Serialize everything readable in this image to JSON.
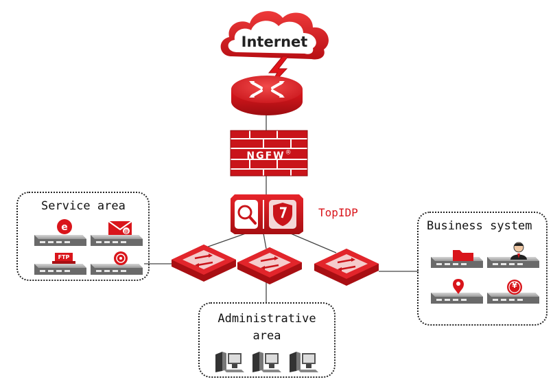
{
  "diagram": {
    "internet_label": "Internet",
    "ngfw_label": "NGFW",
    "ngfw_mark": "®",
    "product_label": "TopIDP",
    "service_area": {
      "title": "Service area",
      "icons": [
        "ie-icon",
        "mail-icon",
        "ftp-icon",
        "streaming-icon"
      ],
      "ftp_text": "FTP"
    },
    "business_system": {
      "title": "Business system",
      "icons": [
        "folder-icon",
        "user-icon",
        "location-icon",
        "yen-icon"
      ],
      "yen_text": "¥"
    },
    "administrative_area": {
      "title_line1": "Administrative",
      "title_line2": "area"
    },
    "colors": {
      "accent_red": "#d9151b",
      "dark_red": "#a80f13",
      "server_gray": "#6f6f6f"
    }
  }
}
